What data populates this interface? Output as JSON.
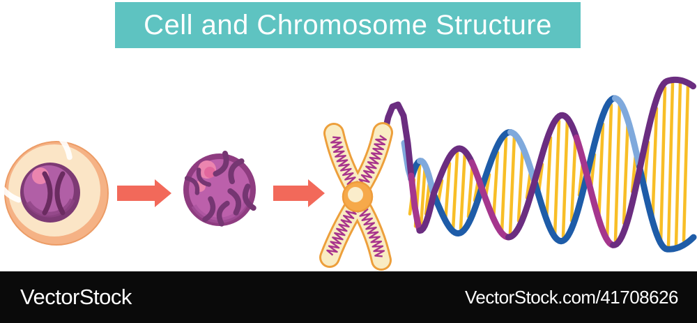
{
  "title": {
    "text": "Cell and Chromosome Structure"
  },
  "banner": {
    "bg": "#5EC3C1",
    "text_color": "#FFFFFF"
  },
  "footer": {
    "logo_text": "VectorStock",
    "credit_text": "VectorStock.com/41708626",
    "bg": "#0A0A0A",
    "text_color": "#FFFFFF"
  },
  "figure": {
    "description": "Progression from cell to nucleus to chromosome to unwinding DNA double helix",
    "stages": [
      "cell",
      "nucleus",
      "chromosome",
      "dna-double-helix"
    ],
    "colors": {
      "arrow": "#F2695A",
      "cell_membrane": "#F5B285",
      "cell_membrane_edge": "#EC9C66",
      "cell_cytoplasm": "#FBE5C6",
      "cell_highlight": "#FFFFFF",
      "nucleus_ring": "#7D3A74",
      "nucleus_fill": "#B15FA6",
      "nucleus_shadow": "#8E4484",
      "nucleolus_pink": "#EB85AF",
      "chromatin": "#6A2B60",
      "nucleus2_ring": "#8E3C80",
      "nucleus2_fill": "#BC60AB",
      "nucleus2_shadow": "#A6519B",
      "chromatid_dark": "#753672",
      "chromosome_outline": "#ED9F3B",
      "chromosome_fill": "#F9ECC3",
      "chromosome_coil": "#A8348C",
      "centromere": "#F6A94A",
      "centromere_stroke": "#EE9C3B",
      "centromere_inner": "#FAEDCB",
      "strand_purple_dark": "#6B2D80",
      "strand_purple_magenta": "#A5368D",
      "strand_blue_dark": "#1E5CA8",
      "strand_blue_light": "#7FA9DC",
      "rung_yellow": "#F8BE27"
    }
  }
}
